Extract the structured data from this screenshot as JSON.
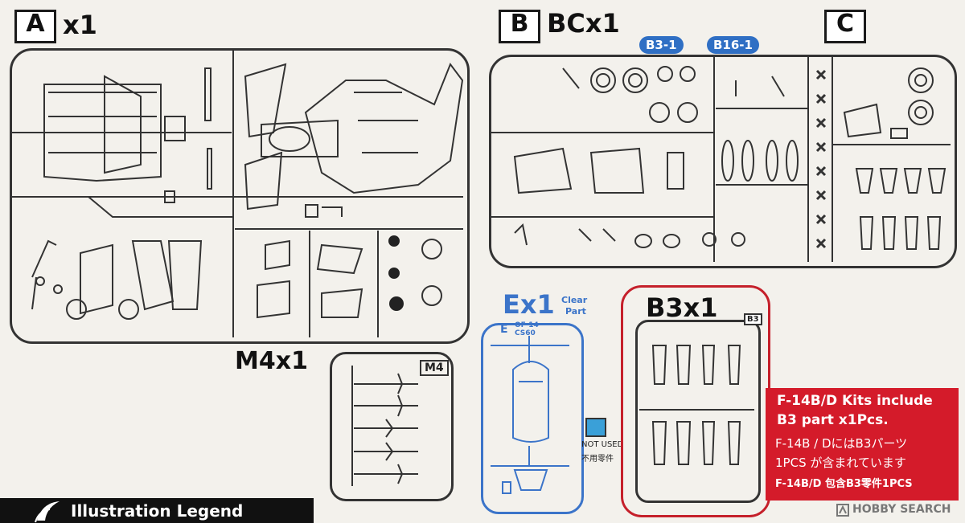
{
  "sprues": {
    "a": {
      "letter": "A",
      "count": "x1"
    },
    "bc": {
      "letter_b": "B",
      "count": "BCx1",
      "letter_c": "C",
      "callout_1": "B3-1",
      "callout_2": "B16-1"
    },
    "m4": {
      "title": "M4x1",
      "tag": "M4"
    },
    "e": {
      "title": "Ex1",
      "clear": "Clear",
      "part": "Part",
      "letter": "E",
      "code_1": "OF-14",
      "code_2": "CS60",
      "not_used_en": "NOT USED",
      "not_used_jp": "不用零件",
      "swatch_color": "#3aa0d8"
    },
    "b3": {
      "title": "B3x1",
      "tag": "B3"
    }
  },
  "note": {
    "line1": "F-14B/D Kits include",
    "line2": "B3 part x1Pcs.",
    "line3": "F-14B / DにはB3パーツ",
    "line4": "1PCS が含まれています",
    "line5": "F-14B/D 包含B3零件1PCS"
  },
  "legend": {
    "title": "Illustration Legend"
  },
  "watermark": {
    "text": "HOBBY SEARCH"
  },
  "colors": {
    "accent_red": "#d41b2a",
    "callout_blue": "#2f6fc4",
    "clear_blue": "#3b74c9"
  }
}
